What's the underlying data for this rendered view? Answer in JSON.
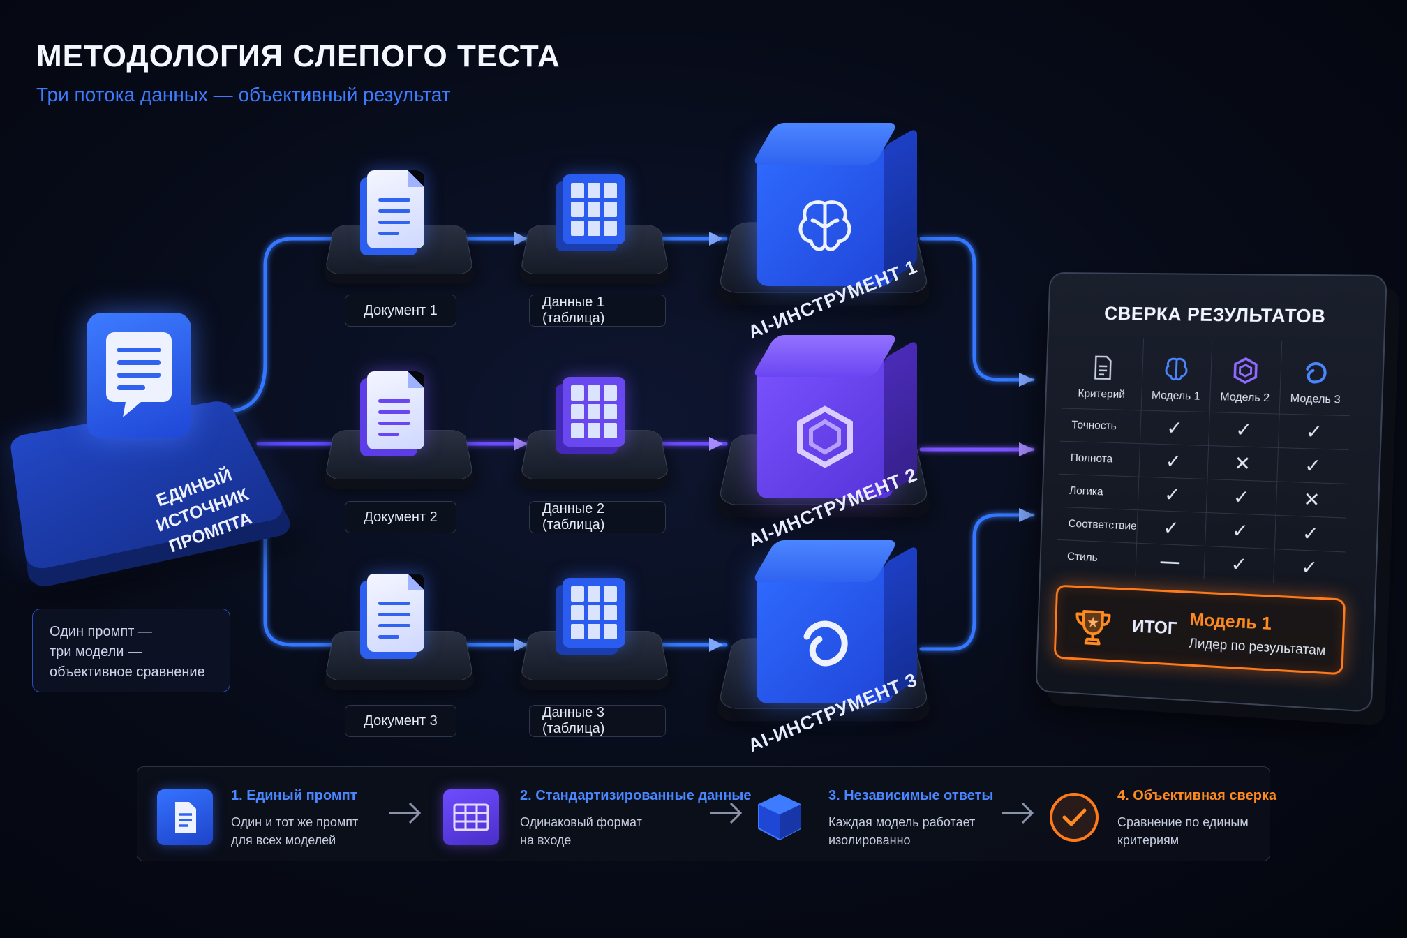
{
  "header": {
    "title": "МЕТОДОЛОГИЯ СЛЕПОГО ТЕСТА",
    "subtitle": "Три потока данных — объективный результат"
  },
  "source": {
    "label_line1": "ЕДИНЫЙ",
    "label_line2": "ИСТОЧНИК ПРОМПТА",
    "note_lines": [
      "Один промпт —",
      "три модели —",
      "объективное сравнение"
    ]
  },
  "streams": [
    {
      "document": "Документ 1",
      "data": "Данные 1 (таблица)",
      "tool": "AI-ИНСТРУМЕНТ 1",
      "color": "#2f6bff"
    },
    {
      "document": "Документ 2",
      "data": "Данные 2 (таблица)",
      "tool": "AI-ИНСТРУМЕНТ 2",
      "color": "#7a52ff"
    },
    {
      "document": "Документ 3",
      "data": "Данные 3 (таблица)",
      "tool": "AI-ИНСТРУМЕНТ 3",
      "color": "#2f6bff"
    }
  ],
  "results": {
    "title": "СВЕРКА РЕЗУЛЬТАТОВ",
    "columns": [
      "Критерий",
      "Модель 1",
      "Модель 2",
      "Модель 3"
    ],
    "rows": [
      {
        "criterion": "Точность",
        "marks": [
          "check",
          "check",
          "check"
        ]
      },
      {
        "criterion": "Полнота",
        "marks": [
          "check",
          "cross",
          "check"
        ]
      },
      {
        "criterion": "Логика",
        "marks": [
          "check",
          "check",
          "cross"
        ]
      },
      {
        "criterion": "Соответствие",
        "marks": [
          "check",
          "check",
          "check"
        ]
      },
      {
        "criterion": "Стиль",
        "marks": [
          "dash",
          "check",
          "check"
        ]
      }
    ],
    "winner_label": "ИТОГ",
    "winner_model": "Модель 1",
    "winner_desc": "Лидер по результатам"
  },
  "steps": [
    {
      "title": "1. Единый промпт",
      "desc1": "Один и тот же промпт",
      "desc2": "для всех моделей",
      "color": "#4a86ff"
    },
    {
      "title": "2. Стандартизированные данные",
      "desc1": "Одинаковый формат",
      "desc2": "на входе",
      "color": "#4a86ff"
    },
    {
      "title": "3. Независимые ответы",
      "desc1": "Каждая модель работает",
      "desc2": "изолированно",
      "color": "#4a86ff"
    },
    {
      "title": "4. Объективная сверка",
      "desc1": "Сравнение по единым",
      "desc2": "критериям",
      "color": "#ff8a1f"
    }
  ],
  "icons": {
    "model1": "brain-icon",
    "model2": "hexagon-icon",
    "model3": "swirl-icon",
    "criterion": "document-icon",
    "winner": "trophy-icon"
  },
  "marks": {
    "check": "✓",
    "cross": "✕",
    "dash": "—"
  }
}
